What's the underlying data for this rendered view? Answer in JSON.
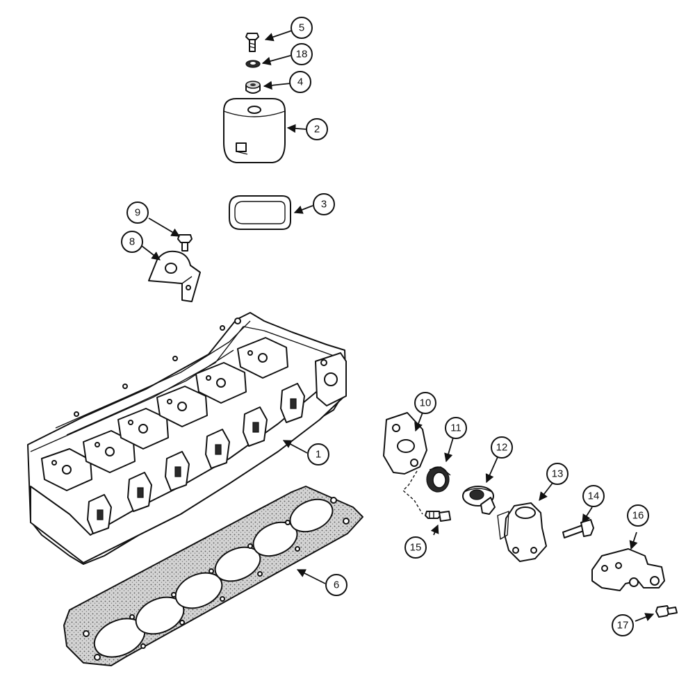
{
  "callouts": [
    {
      "id": "c1",
      "label": "1"
    },
    {
      "id": "c2",
      "label": "2"
    },
    {
      "id": "c3",
      "label": "3"
    },
    {
      "id": "c4",
      "label": "4"
    },
    {
      "id": "c5",
      "label": "5"
    },
    {
      "id": "c6",
      "label": "6"
    },
    {
      "id": "c8",
      "label": "8"
    },
    {
      "id": "c9",
      "label": "9"
    },
    {
      "id": "c10",
      "label": "10"
    },
    {
      "id": "c11",
      "label": "11"
    },
    {
      "id": "c12",
      "label": "12"
    },
    {
      "id": "c13",
      "label": "13"
    },
    {
      "id": "c14",
      "label": "14"
    },
    {
      "id": "c15",
      "label": "15"
    },
    {
      "id": "c16",
      "label": "16"
    },
    {
      "id": "c17",
      "label": "17"
    },
    {
      "id": "c18",
      "label": "18"
    }
  ]
}
